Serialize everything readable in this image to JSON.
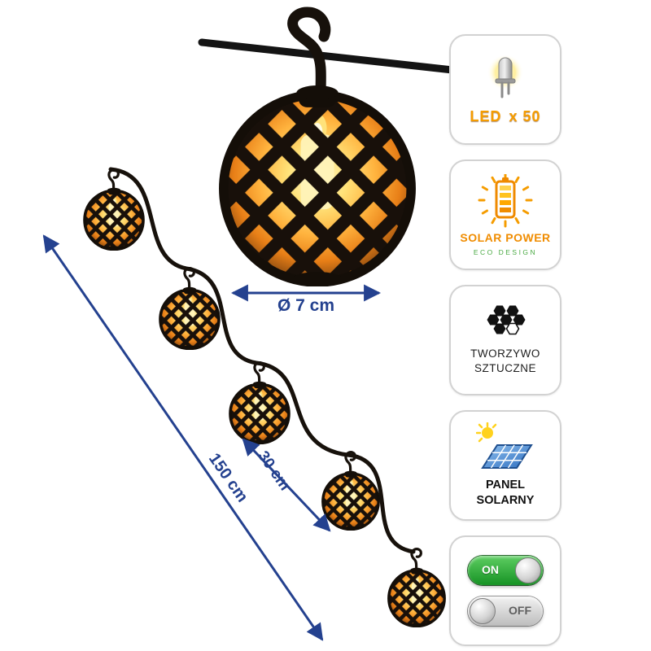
{
  "dimensions": {
    "diameter": "Ø 7 cm",
    "total_length": "150 cm",
    "spacing": "30 cm"
  },
  "badges": {
    "led": {
      "led": "LED",
      "count": "x 50"
    },
    "solar": {
      "title": "SOLAR POWER",
      "subtitle": "ECO DESIGN"
    },
    "material": {
      "line1": "TWORZYWO",
      "line2": "SZTUCZNE"
    },
    "panel": {
      "line1": "PANEL",
      "line2": "SOLARNY"
    },
    "switches": {
      "on": "ON",
      "off": "OFF"
    }
  },
  "colors": {
    "dimension_blue": "#24418f",
    "flame_orange": "#f59b1e",
    "accent_orange": "#f08c00",
    "eco_green": "#49a942",
    "switch_green": "#2fa83c",
    "lantern_black": "#17110b"
  }
}
